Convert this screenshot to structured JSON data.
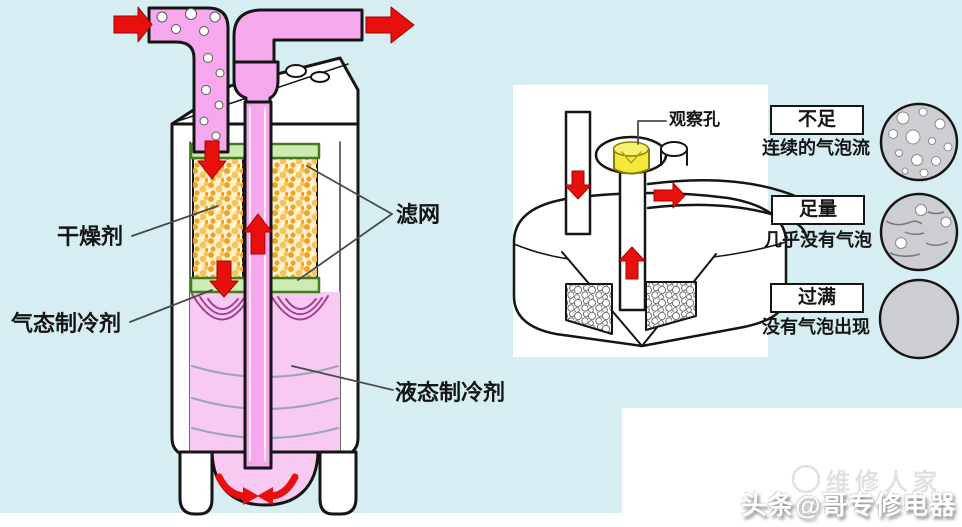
{
  "colors": {
    "background": "#d6eef1",
    "panel_white": "#ffffff",
    "pipe_pink": "#f5a9ec",
    "liquid_pink": "#f8c9f1",
    "swirl_magenta": "#a4418f",
    "desiccant_cream": "#fdf2d0",
    "bead_orange": "#f2a322",
    "screen_green": "#cdeab2",
    "arrow_red": "#e8100c",
    "sight_glass_yellow": "#f2e93c",
    "circle_gray": "#cdced2",
    "outline_black": "#151515"
  },
  "left_diagram": {
    "labels": {
      "desiccant": "干燥剂",
      "gaseous_refrigerant": "气态制冷剂",
      "filter_screen": "滤网",
      "liquid_refrigerant": "液态制冷剂"
    }
  },
  "right_diagram": {
    "label_sight_glass": "观察孔"
  },
  "sight_glass_states": [
    {
      "title": "不足",
      "desc": "连续的气泡流"
    },
    {
      "title": "足量",
      "desc": "几乎没有气泡"
    },
    {
      "title": "过满",
      "desc": "没有气泡出现"
    }
  ],
  "watermark": {
    "faint": "维修人家",
    "main": "头条@哥专修电器"
  }
}
